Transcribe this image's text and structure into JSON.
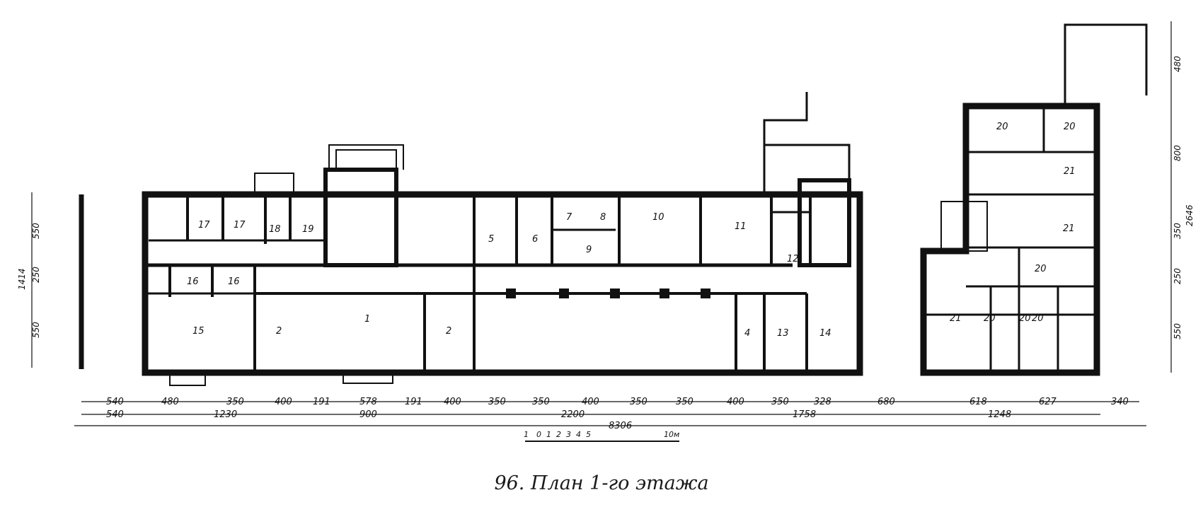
{
  "caption": "96. План 1-го этажа",
  "rooms": [
    "1",
    "2",
    "2",
    "4",
    "5",
    "6",
    "7",
    "8",
    "9",
    "10",
    "11",
    "12",
    "13",
    "14",
    "15",
    "16",
    "16",
    "17",
    "17",
    "18",
    "19",
    "20",
    "20",
    "20",
    "20",
    "20",
    "20",
    "21",
    "21",
    "21"
  ],
  "dims_row1": [
    "540",
    "480",
    "350",
    "400",
    "191",
    "578",
    "191",
    "400",
    "350",
    "350",
    "400",
    "350",
    "350",
    "400",
    "350",
    "328",
    "680",
    "618",
    "627",
    "340"
  ],
  "dims_row2": [
    "540",
    "1230",
    "900",
    "2200",
    "1758",
    "1248"
  ],
  "dim_total": "8306",
  "dims_left": [
    "550",
    "250",
    "550"
  ],
  "dim_left_total": "1414",
  "dims_right": [
    "480",
    "800",
    "350",
    "250",
    "550"
  ],
  "dim_right_total": "2646",
  "scale_labels": [
    "1",
    "0",
    "1",
    "2",
    "3",
    "4",
    "5",
    "10м"
  ]
}
